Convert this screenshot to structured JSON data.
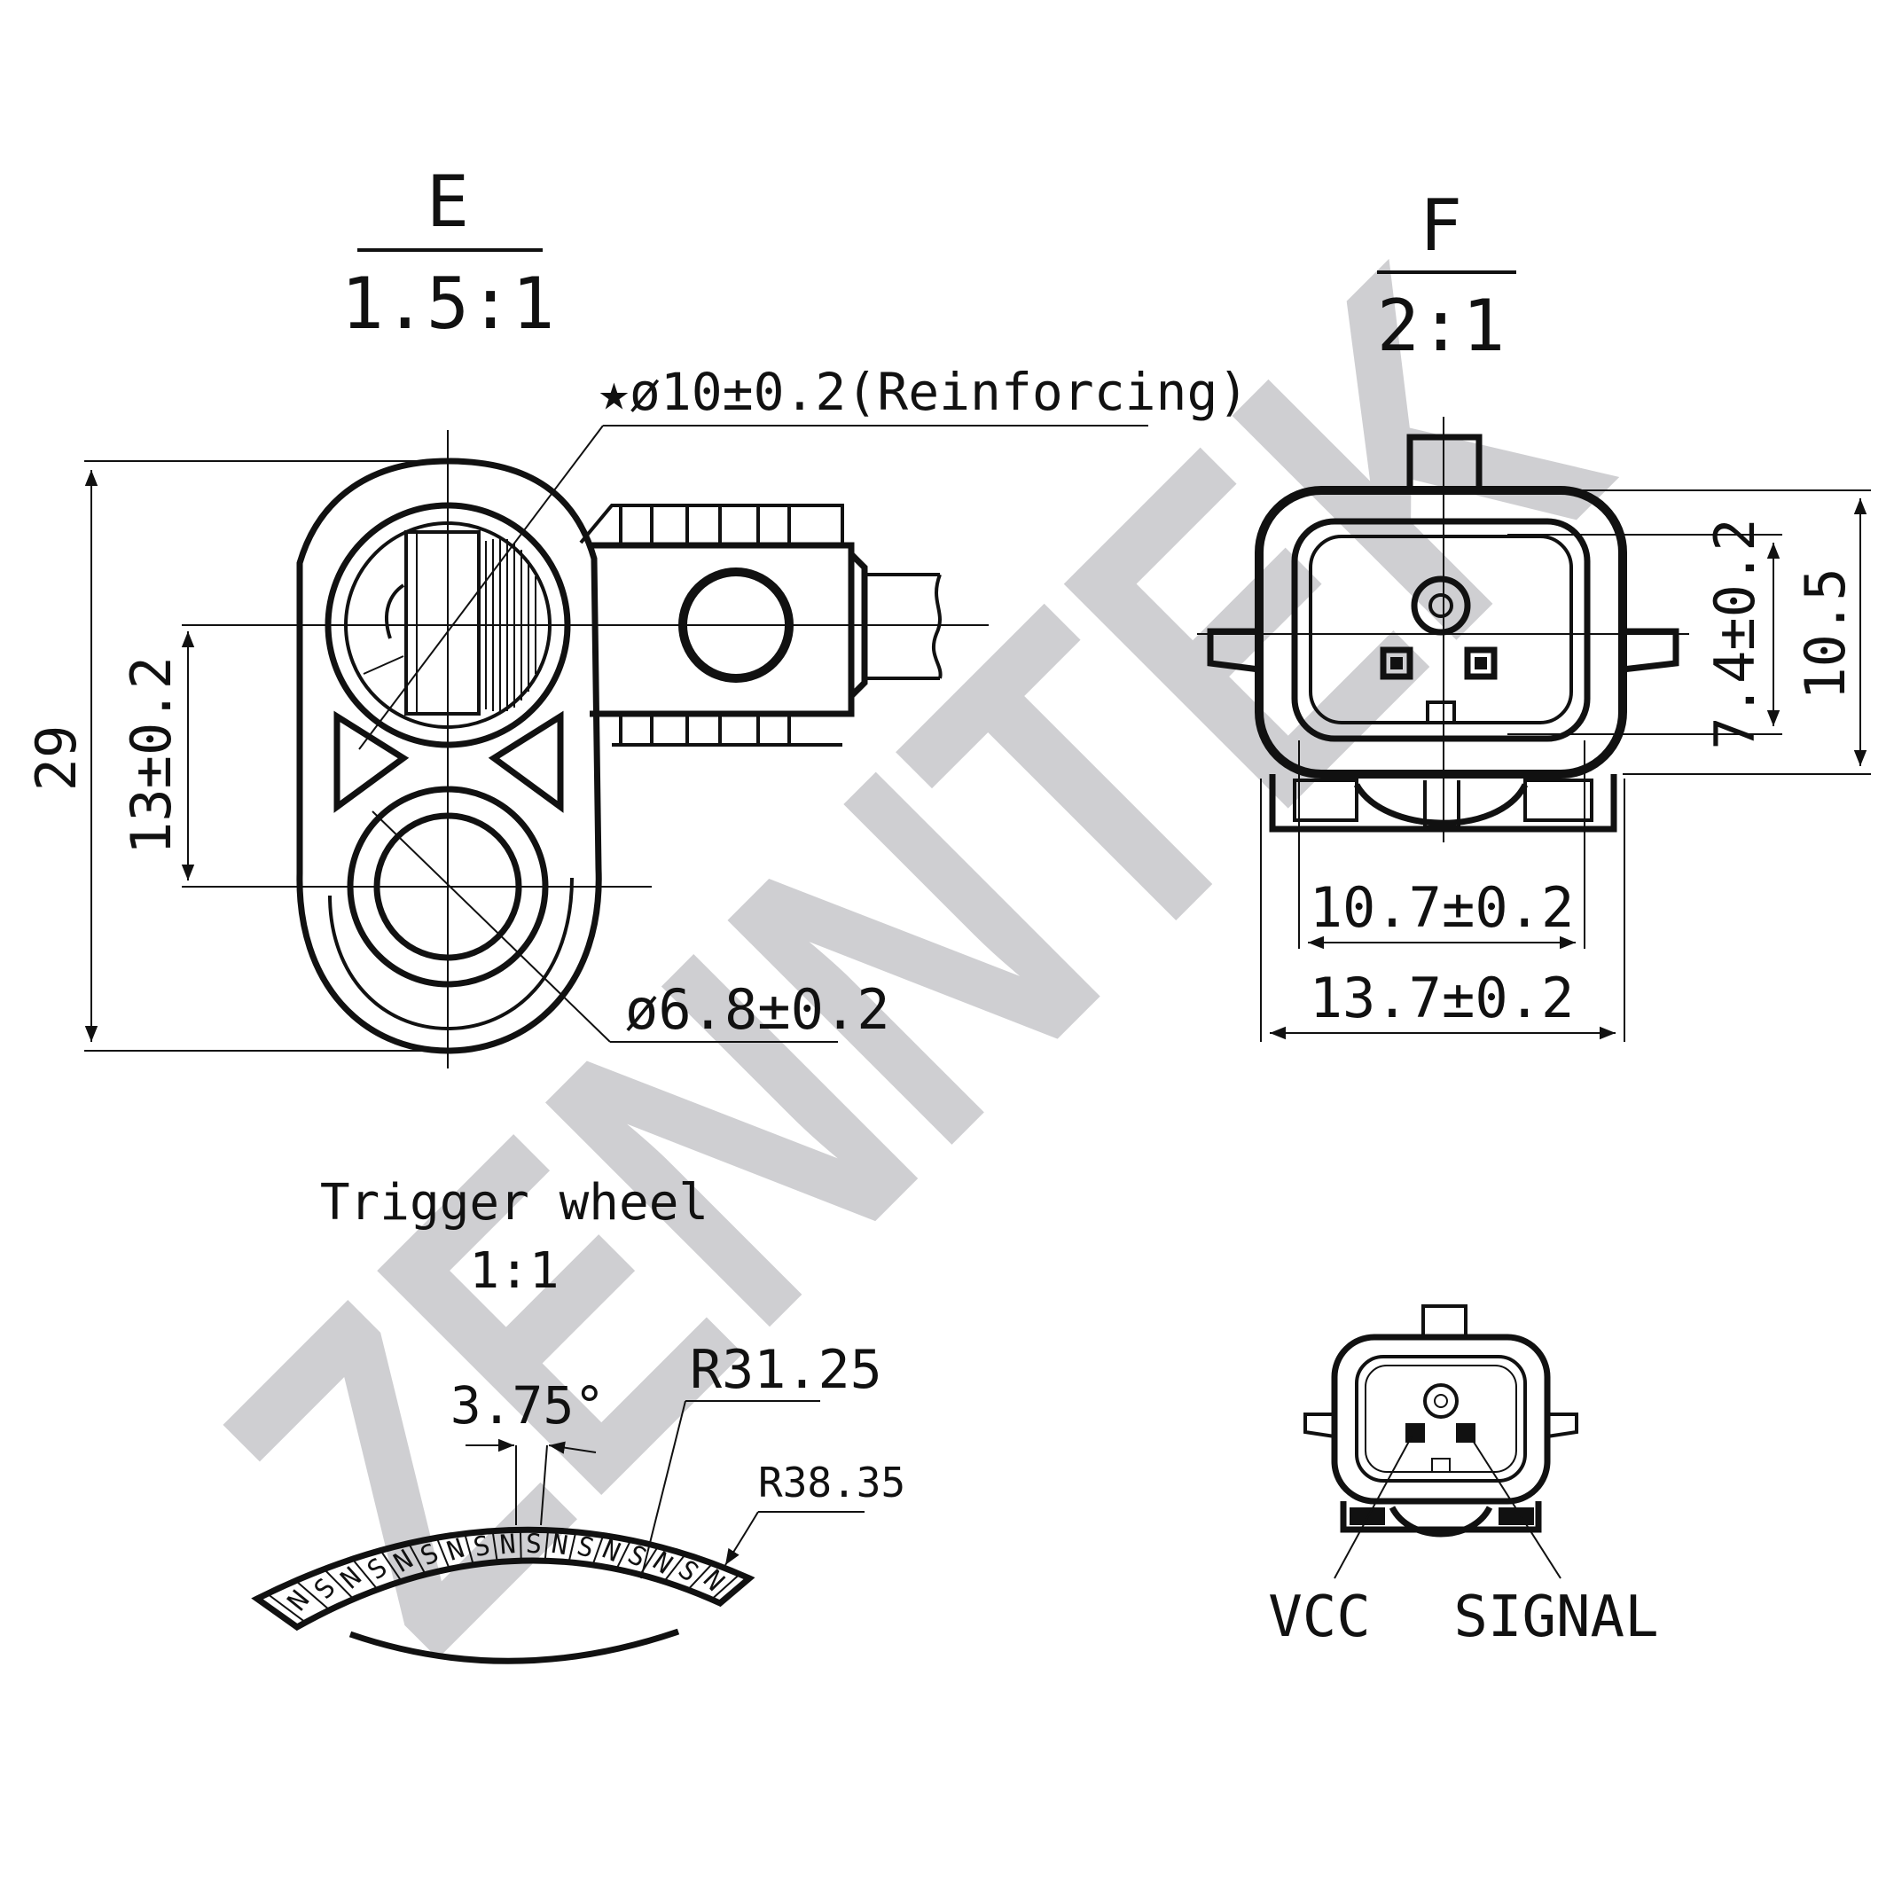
{
  "watermark": {
    "text": "ZENNTEK",
    "color": "#cfcfd2"
  },
  "view_e": {
    "title": "E",
    "scale": "1.5:1",
    "reinforcing_callout": "★ø10±0.2(Reinforcing)",
    "height_dim": "29",
    "center_dim": "13±0.2",
    "hole_dim": "ø6.8±0.2"
  },
  "view_f": {
    "title": "F",
    "scale": "2:1",
    "inner_height_dim": "7.4±0.2",
    "outer_height_dim": "10.5",
    "inner_width_dim": "10.7±0.2",
    "outer_width_dim": "13.7±0.2"
  },
  "trigger_wheel": {
    "title": "Trigger wheel",
    "scale": "1:1",
    "pitch_angle": "3.75°",
    "inner_radius": "R31.25",
    "outer_radius": "R38.35",
    "poles": [
      "N",
      "S",
      "N",
      "S",
      "N",
      "S",
      "N",
      "S",
      "N",
      "S",
      "N",
      "S",
      "N",
      "S",
      "N",
      "S",
      "N"
    ]
  },
  "pinout": {
    "vcc_label": "VCC",
    "signal_label": "SIGNAL"
  }
}
